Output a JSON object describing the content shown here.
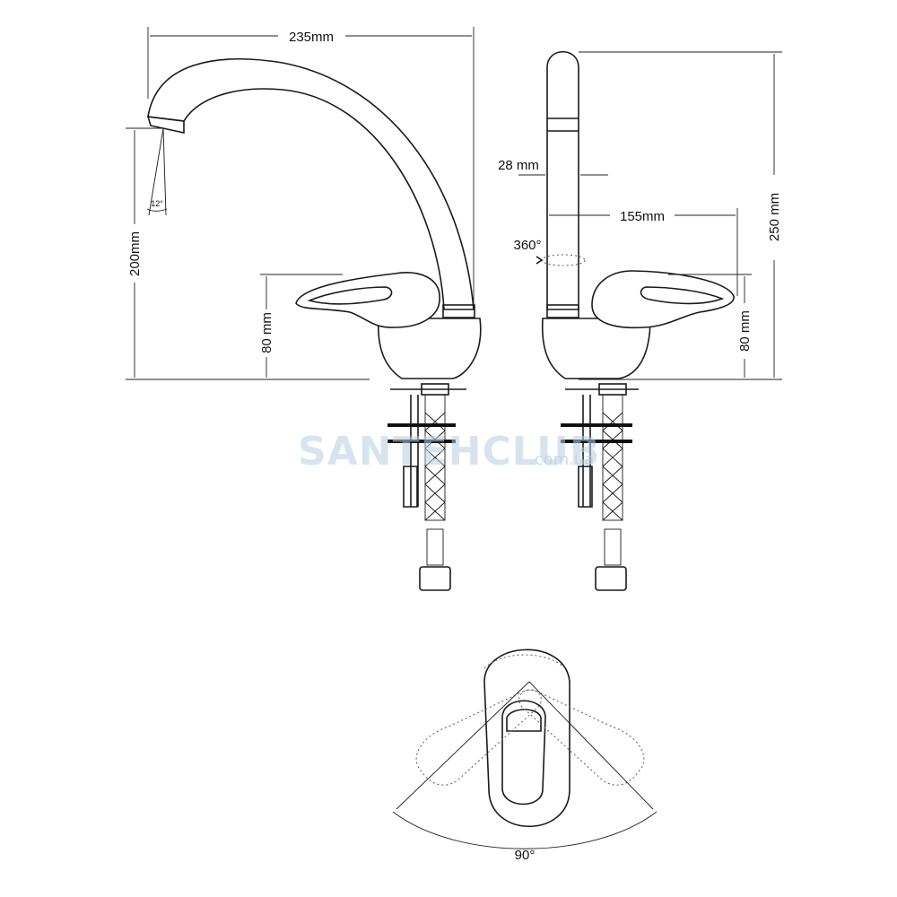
{
  "dimensions": {
    "width_total": "235mm",
    "height_spout": "200mm",
    "height_lever_left": "80 mm",
    "spout_angle": "12°",
    "pipe_diameter": "28 mm",
    "reach": "155mm",
    "rotation": "360°",
    "height_total": "250 mm",
    "height_lever_right": "80 mm",
    "lever_swing": "90°"
  },
  "watermark": {
    "brand": "SANTEHCLUB",
    "domain": ".com.ua"
  }
}
